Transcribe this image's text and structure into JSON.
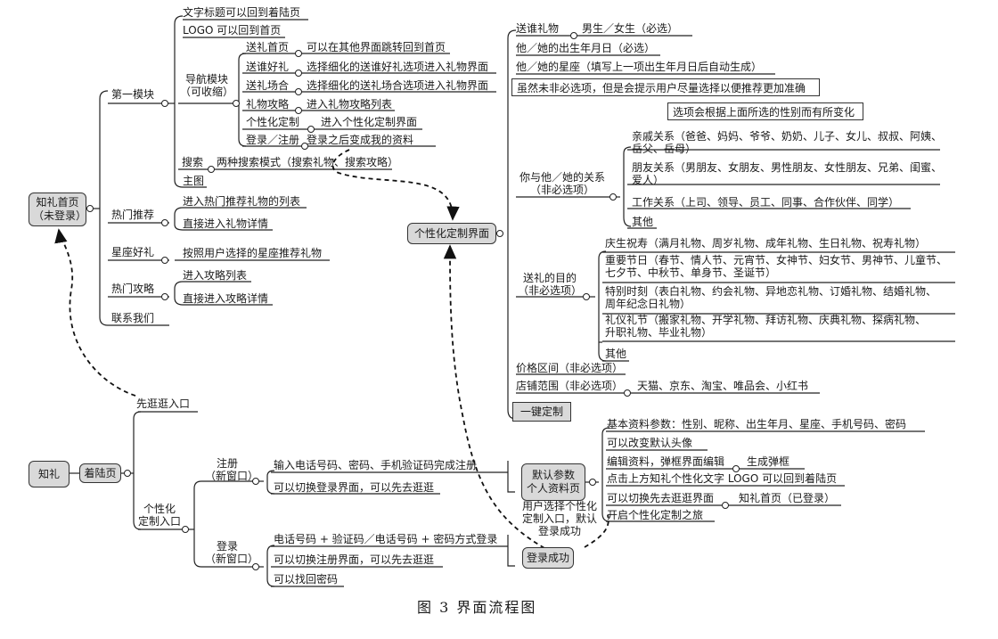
{
  "caption": "图 3   界面流程图",
  "home": {
    "label": "知礼首页\n（未登录）",
    "modules": {
      "first": "第一模块",
      "hot_rec": "热门推荐",
      "zodiac": "星座好礼",
      "hot_guide": "热门攻略",
      "contact": "联系我们"
    },
    "first_items": {
      "title_text": "文字标题可以回到着陆页",
      "logo": "LOGO 可以回到首页",
      "nav": "导航模块\n（可收缩）",
      "search": "搜索",
      "search_desc": "两种搜索模式（搜索礼物、搜索攻略）",
      "main_img": "主图"
    },
    "nav_items": [
      {
        "label": "送礼首页",
        "desc": "可以在其他界面跳转回到首页"
      },
      {
        "label": "送谁好礼",
        "desc": "选择细化的送谁好礼选项进入礼物界面"
      },
      {
        "label": "送礼场合",
        "desc": "选择细化的送礼场合选项进入礼物界面"
      },
      {
        "label": "礼物攻略",
        "desc": "进入礼物攻略列表"
      },
      {
        "label": "个性化定制",
        "desc": "进入个性化定制界面"
      },
      {
        "label": "登录／注册",
        "desc": "登录之后变成我的资料"
      }
    ],
    "hot_rec_items": [
      "进入热门推荐礼物的列表",
      "直接进入礼物详情"
    ],
    "zodiac_item": "按照用户选择的星座推荐礼物",
    "hot_guide_items": [
      "进入攻略列表",
      "直接进入攻略详情"
    ]
  },
  "custom": {
    "label": "个性化定制界面",
    "who": "送谁礼物",
    "who_desc": "男生／女生（必选）",
    "birthday": "他／她的出生年月日（必选）",
    "sign": "他／她的星座（填写上一项出生年月日后自动生成）",
    "note1": "虽然未非必选项，但是会提示用户尽量选择以便推荐更加准确",
    "note2": "选项会根据上面所选的性别而有所变化",
    "relation": "你与他／她的关系\n（非必选项）",
    "relation_items": [
      "亲戚关系（爸爸、妈妈、爷爷、奶奶、儿子、女儿、叔叔、阿姨、\n岳父、岳母）",
      "朋友关系（男朋友、女朋友、男性朋友、女性朋友、兄弟、闺蜜、\n爱人）",
      "工作关系（上司、领导、员工、同事、合作伙伴、同学）",
      "其他"
    ],
    "purpose": "送礼的目的\n（非必选项）",
    "purpose_items": [
      "庆生祝寿（满月礼物、周岁礼物、成年礼物、生日礼物、祝寿礼物）",
      "重要节日（春节、情人节、元宵节、女神节、妇女节、男神节、儿童节、\n七夕节、中秋节、单身节、圣诞节）",
      "特别时刻（表白礼物、约会礼物、异地恋礼物、订婚礼物、结婚礼物、\n周年纪念日礼物）",
      "礼仪礼节（搬家礼物、开学礼物、拜访礼物、庆典礼物、探病礼物、\n升职礼物、毕业礼物）",
      "其他"
    ],
    "price": "价格区间（非必选项）",
    "shop": "店铺范围（非必选项）",
    "shop_desc": "天猫、京东、淘宝、唯品会、小红书",
    "one_click": "一键定制"
  },
  "landing": {
    "app": "知礼",
    "label": "着陆页",
    "browse": "先逛逛入口",
    "entry": "个性化\n定制入口",
    "register": "注册\n（新窗口）",
    "register_items": [
      "输入电话号码、密码、手机验证码完成注册",
      "可以切换登录界面，可以先去逛逛"
    ],
    "login": "登录\n（新窗口）",
    "login_items": [
      "电话号码 + 验证码／电话号码 + 密码方式登录",
      "可以切换注册界面，可以先去逛逛",
      "可以找回密码"
    ]
  },
  "profile": {
    "label": "默认参数\n个人资料页",
    "items": [
      "基本资料参数：性别、昵称、出生年月、星座、手机号码、密码",
      "可以改变默认头像",
      "编辑资料，弹框界面编辑",
      "点击上方知礼个性化文字 LOGO 可以回到着陆页",
      "可以切换先去逛逛界面",
      "开启个性化定制之旅"
    ],
    "popup": "生成弹框",
    "home_logged": "知礼首页（已登录）"
  },
  "success": {
    "label": "登录成功",
    "note": "用户选择个性化\n定制入口，默认\n登录成功"
  }
}
